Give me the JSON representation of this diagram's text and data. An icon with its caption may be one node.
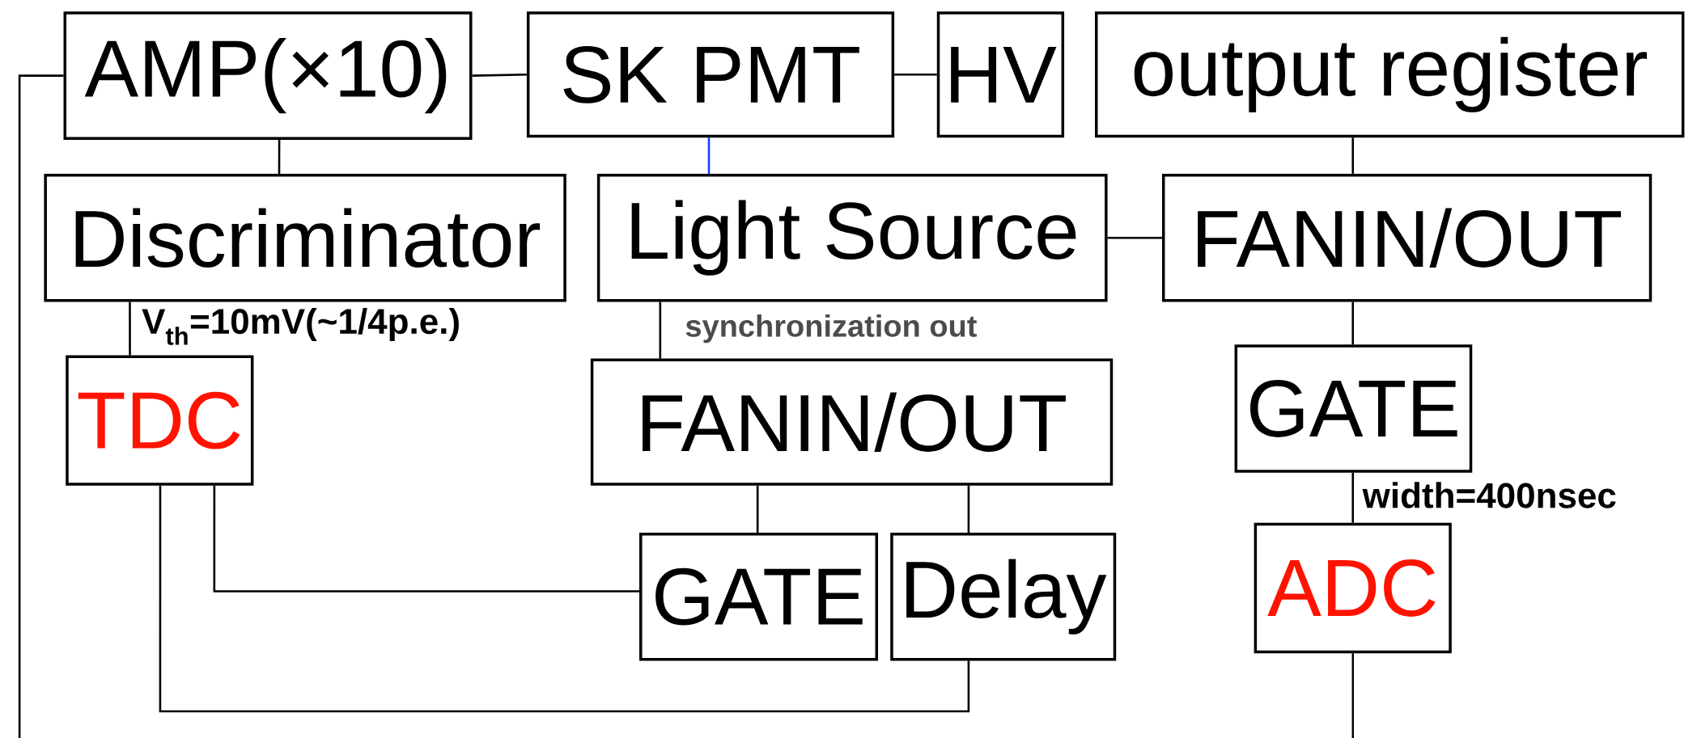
{
  "diagram": {
    "nodes": [
      {
        "text": [
          "AMP(×10)"
        ]
      },
      {
        "text": [
          "SK PMT"
        ]
      },
      {
        "text": [
          "HV"
        ]
      },
      {
        "text": [
          "output register"
        ]
      },
      {
        "text": [
          "Discriminator"
        ]
      },
      {
        "text": [
          "Light Source"
        ]
      },
      {
        "text": [
          "FANIN/OUT"
        ]
      },
      {
        "text": [
          "TDC"
        ]
      },
      {
        "text": [
          "FANIN/OUT"
        ]
      },
      {
        "text": [
          "GATE"
        ]
      },
      {
        "text": [
          "GATE"
        ]
      },
      {
        "text": [
          "Delay"
        ]
      },
      {
        "text": [
          "ADC"
        ]
      }
    ],
    "edges": [
      {
        "from": 0,
        "to": 1,
        "arrow": "none"
      },
      {
        "from": 1,
        "to": 2,
        "arrow": "none"
      },
      {
        "from": 0,
        "to": 4,
        "arrow": "none"
      },
      {
        "from": 1,
        "to": 5,
        "arrow": "none",
        "color": "#1a3cff"
      },
      {
        "from": 5,
        "to": 6,
        "arrow": "none"
      },
      {
        "from": 3,
        "to": 6,
        "arrow": "none"
      },
      {
        "from": 4,
        "to": 7,
        "arrow": "none",
        "label": "V$_{th}$=10mV(~1/4p.e.)"
      },
      {
        "from": 5,
        "to": 8,
        "arrow": "none",
        "label": "synchronization out"
      },
      {
        "from": 6,
        "to": 9,
        "arrow": "none"
      },
      {
        "from": 9,
        "to": 12,
        "arrow": "none",
        "label": "width=400nsec"
      },
      {
        "from": 8,
        "to": 10,
        "arrow": "none"
      },
      {
        "from": 8,
        "to": 11,
        "arrow": "none"
      },
      {
        "from": 7,
        "to": 10,
        "arrow": "none"
      },
      {
        "from": 7,
        "to": 11,
        "arrow": "none"
      },
      {
        "from": 0,
        "to": null,
        "arrow": "none"
      },
      {
        "from": 12,
        "to": null,
        "arrow": "none"
      }
    ]
  }
}
